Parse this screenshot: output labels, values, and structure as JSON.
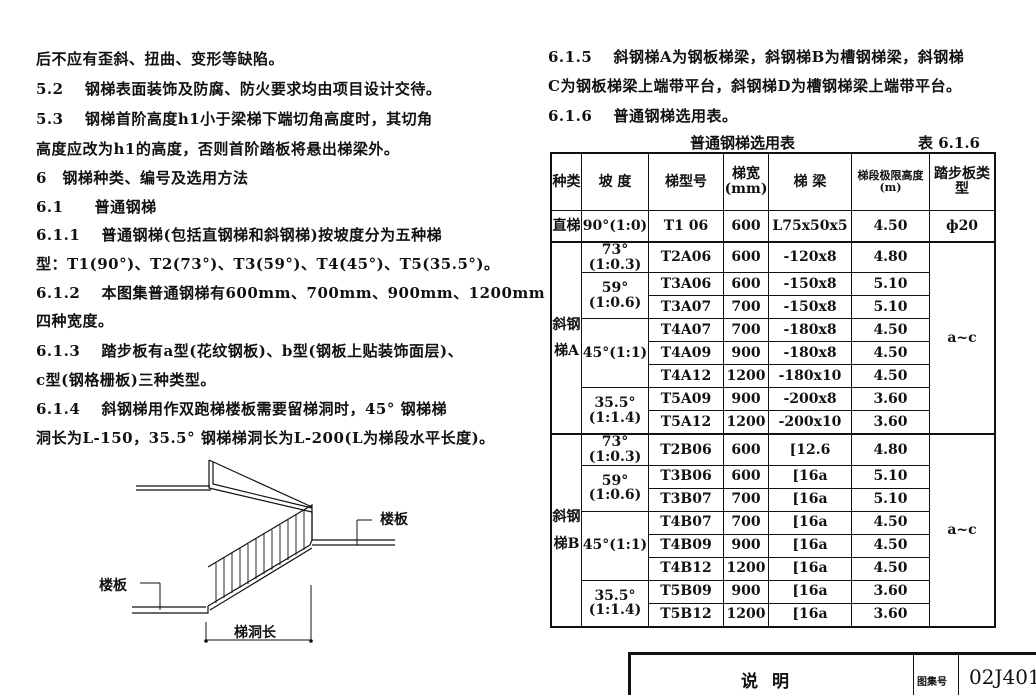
{
  "left_text": [
    "后不应有歪斜、扭曲、变形等缺陷。",
    "5.2　 钢梯表面装饰及防腐、防火要求均由项目设计交待。",
    "5.3　 钢梯首阶高度h1小于梁梯下端切角高度时，其切角",
    "高度应改为h1的高度，否则首阶踏板将悬出梯梁外。",
    "6　钢梯种类、编号及选用方法",
    "6.1　　普通钢梯",
    "6.1.1　 普通钢梯(包括直钢梯和斜钢梯)按坡度分为五种梯",
    "型：T1(90°)、T2(73°)、T3(59°)、T4(45°)、T5(35.5°)。",
    "6.1.2　 本图集普通钢梯有600mm、700mm、900mm、1200mm",
    "四种宽度。",
    "6.1.3　 踏步板有a型(花纹钢板)、b型(钢板上贴装饰面层)、",
    "c型(钢格栅板)三种类型。",
    "6.1.4　 斜钢梯用作双跑梯楼板需要留梯洞时，45° 钢梯梯",
    "洞长为L-150，35.5° 钢梯梯洞长为L-200(L为梯段水平长度)。"
  ],
  "right_text": [
    "6.1.5　 斜钢梯A为钢板梯梁，斜钢梯B为槽钢梯梁，斜钢梯",
    "C为钢板梯梁上端带平台，斜钢梯D为槽钢梯梁上端带平台。",
    "6.1.6　 普通钢梯选用表。"
  ],
  "diagram": {
    "floor_label_upper": "楼板",
    "floor_label_lower": "楼板",
    "opening_label": "梯洞长"
  },
  "table": {
    "title": "普通钢梯选用表",
    "number": "表 6.1.6",
    "headers": {
      "kind": "种类",
      "slope": "坡 度",
      "model": "梯型号",
      "width": "梯宽(mm)",
      "beam": "梯 梁",
      "height": "梯段极限高度(m)",
      "tread": "踏步板类 型"
    },
    "groups": {
      "straight": "直梯",
      "incl_a": "斜钢梯A",
      "incl_b": "斜钢梯B"
    },
    "slopes": {
      "s90": "90°(1:0)",
      "s73": "73°(1:0.3)",
      "s59": "59°(1:0.6)",
      "s45": "45°(1:1)",
      "s355": "35.5°(1:1.4)"
    },
    "tread_straight": "ф20",
    "tread_a": "a~c",
    "tread_b": "a~c",
    "rows": [
      {
        "model": "T1 06",
        "width": "600",
        "beam": "L75x50x5",
        "height": "4.50"
      },
      {
        "model": "T2A06",
        "width": "600",
        "beam": "-120x8",
        "height": "4.80"
      },
      {
        "model": "T3A06",
        "width": "600",
        "beam": "-150x8",
        "height": "5.10"
      },
      {
        "model": "T3A07",
        "width": "700",
        "beam": "-150x8",
        "height": "5.10"
      },
      {
        "model": "T4A07",
        "width": "700",
        "beam": "-180x8",
        "height": "4.50"
      },
      {
        "model": "T4A09",
        "width": "900",
        "beam": "-180x8",
        "height": "4.50"
      },
      {
        "model": "T4A12",
        "width": "1200",
        "beam": "-180x10",
        "height": "4.50"
      },
      {
        "model": "T5A09",
        "width": "900",
        "beam": "-200x8",
        "height": "3.60"
      },
      {
        "model": "T5A12",
        "width": "1200",
        "beam": "-200x10",
        "height": "3.60"
      },
      {
        "model": "T2B06",
        "width": "600",
        "beam": "[12.6",
        "height": "4.80"
      },
      {
        "model": "T3B06",
        "width": "600",
        "beam": "[16a",
        "height": "5.10"
      },
      {
        "model": "T3B07",
        "width": "700",
        "beam": "[16a",
        "height": "5.10"
      },
      {
        "model": "T4B07",
        "width": "700",
        "beam": "[16a",
        "height": "4.50"
      },
      {
        "model": "T4B09",
        "width": "900",
        "beam": "[16a",
        "height": "4.50"
      },
      {
        "model": "T4B12",
        "width": "1200",
        "beam": "[16a",
        "height": "4.50"
      },
      {
        "model": "T5B09",
        "width": "900",
        "beam": "[16a",
        "height": "3.60"
      },
      {
        "model": "T5B12",
        "width": "1200",
        "beam": "[16a",
        "height": "3.60"
      }
    ]
  },
  "title_block": {
    "title": "说明",
    "atlas_label": "图集号",
    "atlas_no": "02J401"
  }
}
